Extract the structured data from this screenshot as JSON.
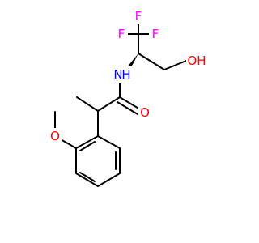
{
  "molecule": {
    "atoms": [
      {
        "id": "F1",
        "label": "F",
        "color": "#ff00ff"
      },
      {
        "id": "F2",
        "label": "F",
        "color": "#ff00ff"
      },
      {
        "id": "F3",
        "label": "F",
        "color": "#ff00ff"
      },
      {
        "id": "N1",
        "label": "N",
        "color": "#0000ff"
      },
      {
        "id": "H1",
        "label": "H",
        "color": "#0000ff"
      },
      {
        "id": "O1",
        "label": "OH",
        "color": "#ff0000"
      },
      {
        "id": "O2",
        "label": "O",
        "color": "#ff0000"
      },
      {
        "id": "O3",
        "label": "O",
        "color": "#ff0000"
      }
    ],
    "bond_color": "#000000"
  }
}
